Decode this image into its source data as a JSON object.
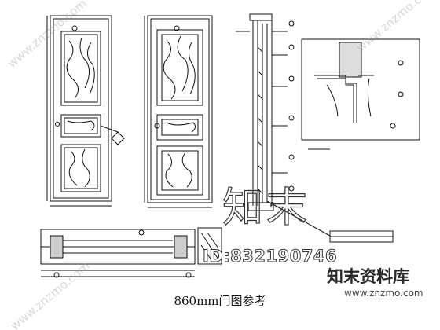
{
  "caption": "860mm门图参考",
  "watermark": {
    "logo_text": "知末",
    "id_text": "ID:832190746",
    "brand_text": "知末资料库",
    "site_text": "www.znzmo.com",
    "diagonal_text": "www.znzmo.com"
  },
  "icons": [
    "elevation-door",
    "section-profile",
    "detail-callout"
  ]
}
